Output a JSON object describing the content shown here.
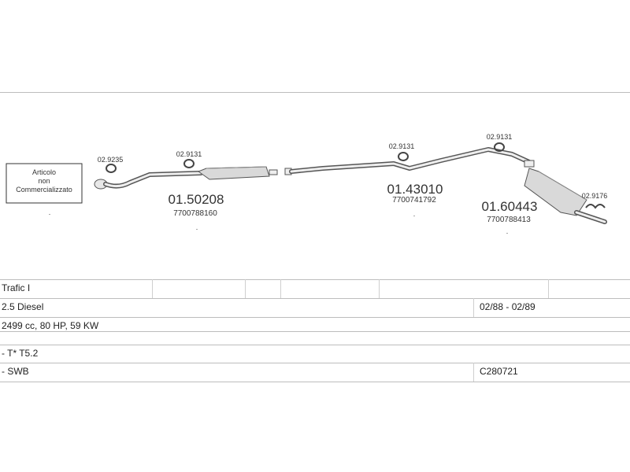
{
  "notice": {
    "line1": "Articolo",
    "line2": "non",
    "line3": "Commercializzato"
  },
  "parts": [
    {
      "code": "02.9235",
      "kind": "clamp"
    },
    {
      "code": "02.9131",
      "kind": "clamp"
    },
    {
      "code": "01.50208",
      "ref": "7700788160",
      "kind": "front-silencer"
    },
    {
      "code": "02.9131",
      "kind": "clamp"
    },
    {
      "code": "01.43010",
      "ref": "7700741792",
      "kind": "middle-pipe"
    },
    {
      "code": "02.9131",
      "kind": "clamp"
    },
    {
      "code": "01.60443",
      "ref": "7700788413",
      "kind": "rear-silencer"
    },
    {
      "code": "02.9176",
      "kind": "mount"
    }
  ],
  "vehicle": {
    "model": "Trafic I",
    "engine": "2.5 Diesel",
    "period": "02/88 - 02/89",
    "specs": "2499 cc, 80 HP, 59 KW",
    "variant1": "- T* T5.2",
    "variant2": "- SWB",
    "catalog_code": "C280721"
  },
  "colors": {
    "line": "#555555",
    "fill": "#d9d9d9",
    "text": "#222222",
    "grid": "#bdbdbd"
  }
}
